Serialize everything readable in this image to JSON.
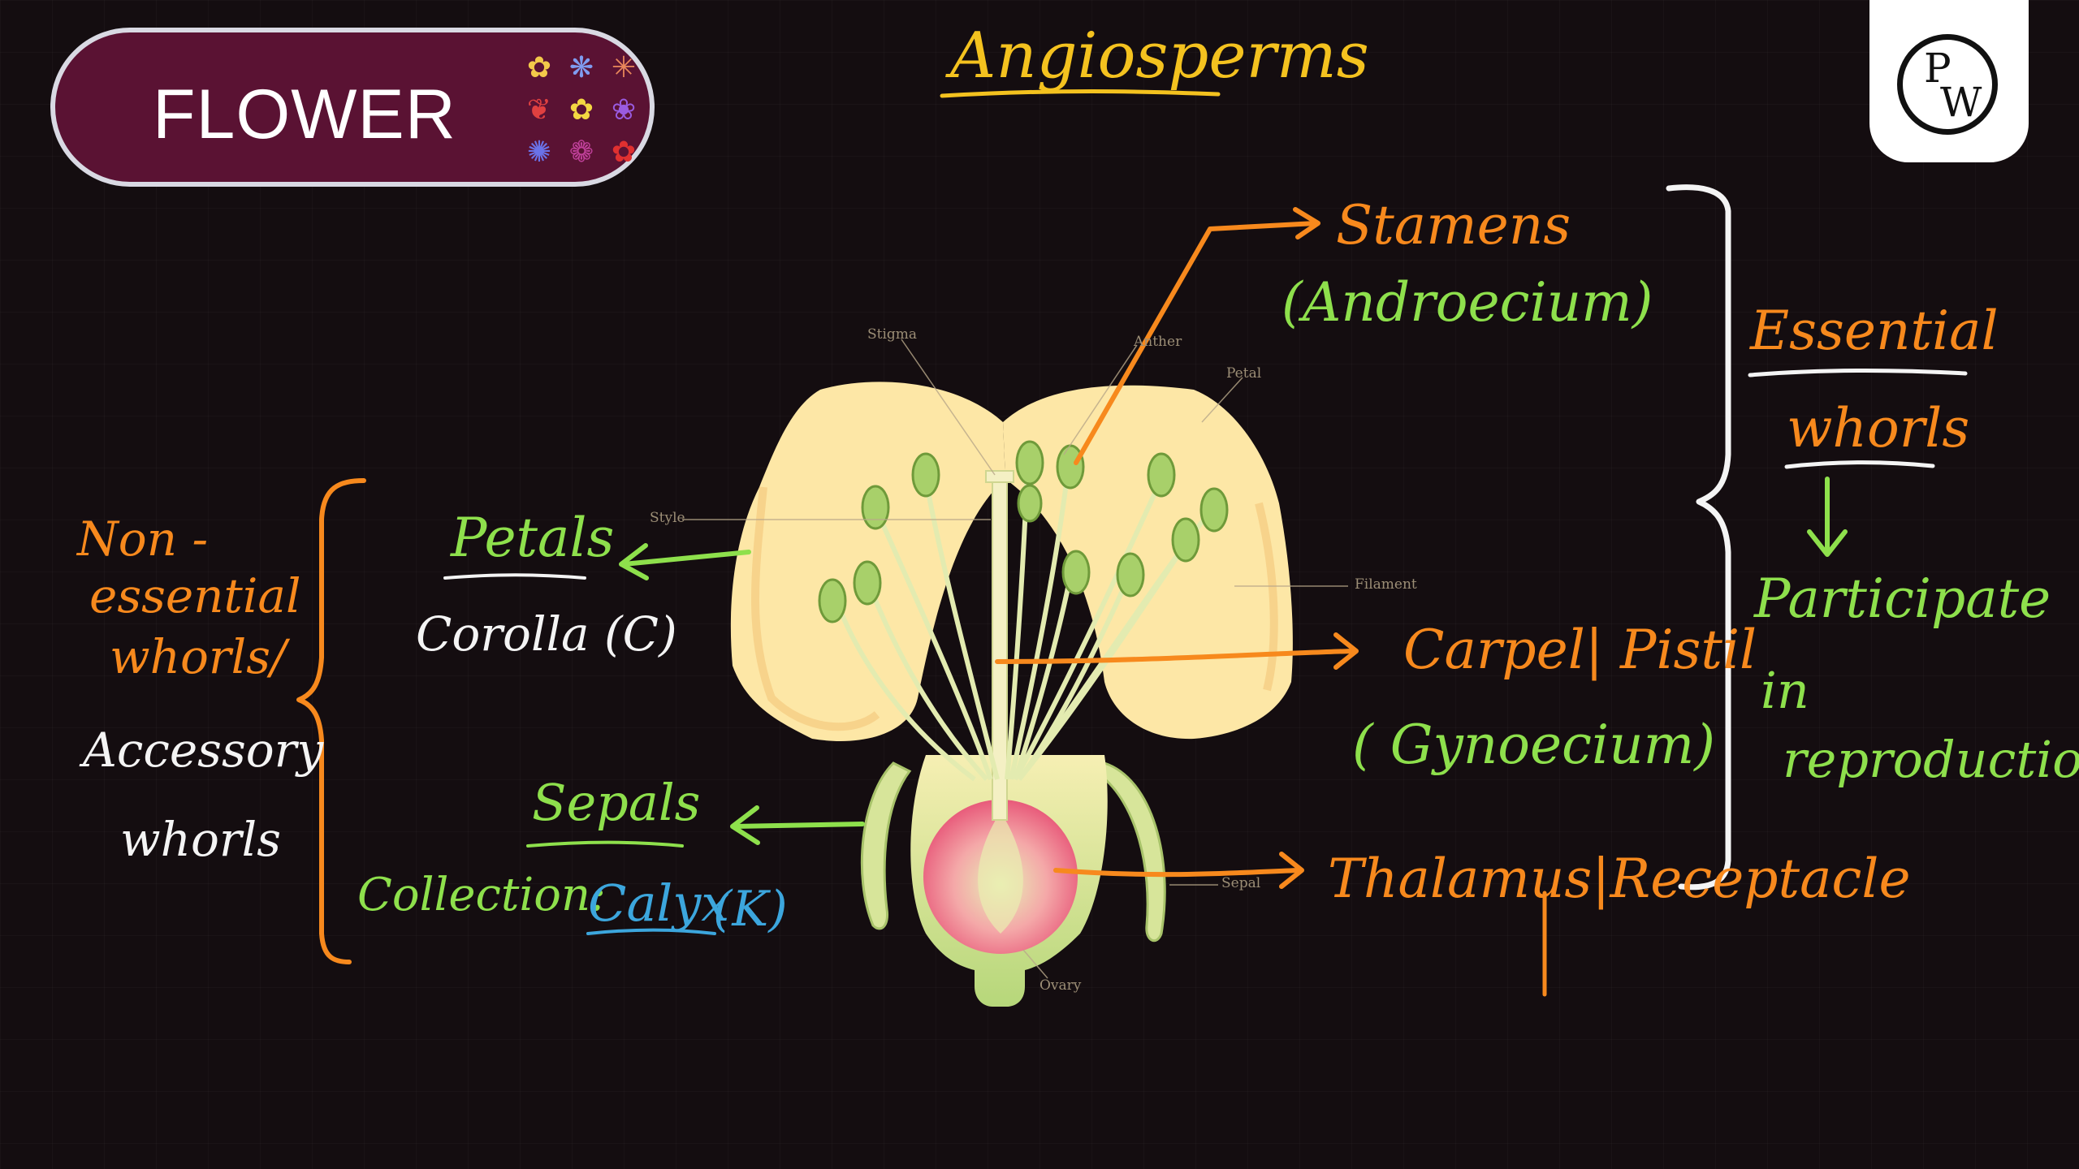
{
  "header": {
    "badge_label": "FLOWER",
    "title": "Angiosperms"
  },
  "logo": {
    "letter_top": "P",
    "letter_bottom": "W"
  },
  "badge_icons": [
    "✿",
    "❋",
    "✳",
    "❦",
    "✿",
    "❀",
    "✺",
    "❁",
    "✿"
  ],
  "diagram_labels": {
    "stigma": "Stigma",
    "anther": "Anther",
    "petal": "Petal",
    "style": "Style",
    "filament": "Filament",
    "sepal": "Sepal",
    "ovary": "Ovary"
  },
  "annotations": {
    "stamens": "Stamens",
    "androecium": "(Androecium)",
    "essential_line1": "Essential",
    "essential_line2": "whorls",
    "participate_line1": "Participate",
    "participate_line2": "in",
    "participate_line3": "reproduction",
    "carpel_pistil": "Carpel| Pistil",
    "gynoecium": "( Gynoecium)",
    "thalamus": "Thalamus|Receptacle",
    "non_line1": "Non -",
    "non_line2": "essential",
    "non_line3": "whorls/",
    "accessory_line1": "Accessory",
    "accessory_line2": "whorls",
    "petals": "Petals",
    "corolla": "Corolla (C)",
    "sepals": "Sepals",
    "collection": "Collection:",
    "calyx": "Calyx",
    "calyx_k": "(K)"
  },
  "colors": {
    "background": "#140d10",
    "orange": "#f7891d",
    "green": "#8ee04c",
    "white": "#f4f4f4",
    "yellow": "#f4c21f",
    "blue": "#3ca6dd",
    "badge": "#5a1233",
    "petal": "#fde7a6"
  }
}
